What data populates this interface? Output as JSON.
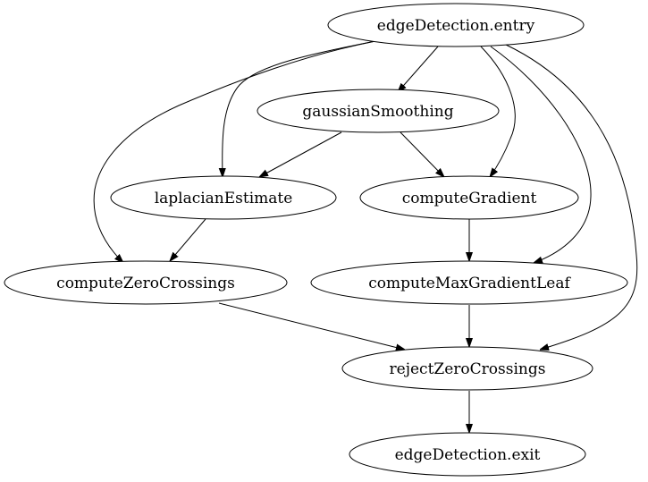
{
  "graph": {
    "nodes": [
      {
        "id": "entry",
        "label": "edgeDetection.entry"
      },
      {
        "id": "gauss",
        "label": "gaussianSmoothing"
      },
      {
        "id": "lap",
        "label": "laplacianEstimate"
      },
      {
        "id": "grad",
        "label": "computeGradient"
      },
      {
        "id": "zero",
        "label": "computeZeroCrossings"
      },
      {
        "id": "maxg",
        "label": "computeMaxGradientLeaf"
      },
      {
        "id": "reject",
        "label": "rejectZeroCrossings"
      },
      {
        "id": "exit",
        "label": "edgeDetection.exit"
      }
    ],
    "edges": [
      {
        "from": "entry",
        "to": "gauss"
      },
      {
        "from": "entry",
        "to": "lap"
      },
      {
        "from": "entry",
        "to": "grad"
      },
      {
        "from": "entry",
        "to": "zero"
      },
      {
        "from": "entry",
        "to": "maxg"
      },
      {
        "from": "entry",
        "to": "reject"
      },
      {
        "from": "gauss",
        "to": "lap"
      },
      {
        "from": "gauss",
        "to": "grad"
      },
      {
        "from": "lap",
        "to": "zero"
      },
      {
        "from": "grad",
        "to": "maxg"
      },
      {
        "from": "zero",
        "to": "reject"
      },
      {
        "from": "maxg",
        "to": "reject"
      },
      {
        "from": "reject",
        "to": "exit"
      }
    ]
  }
}
